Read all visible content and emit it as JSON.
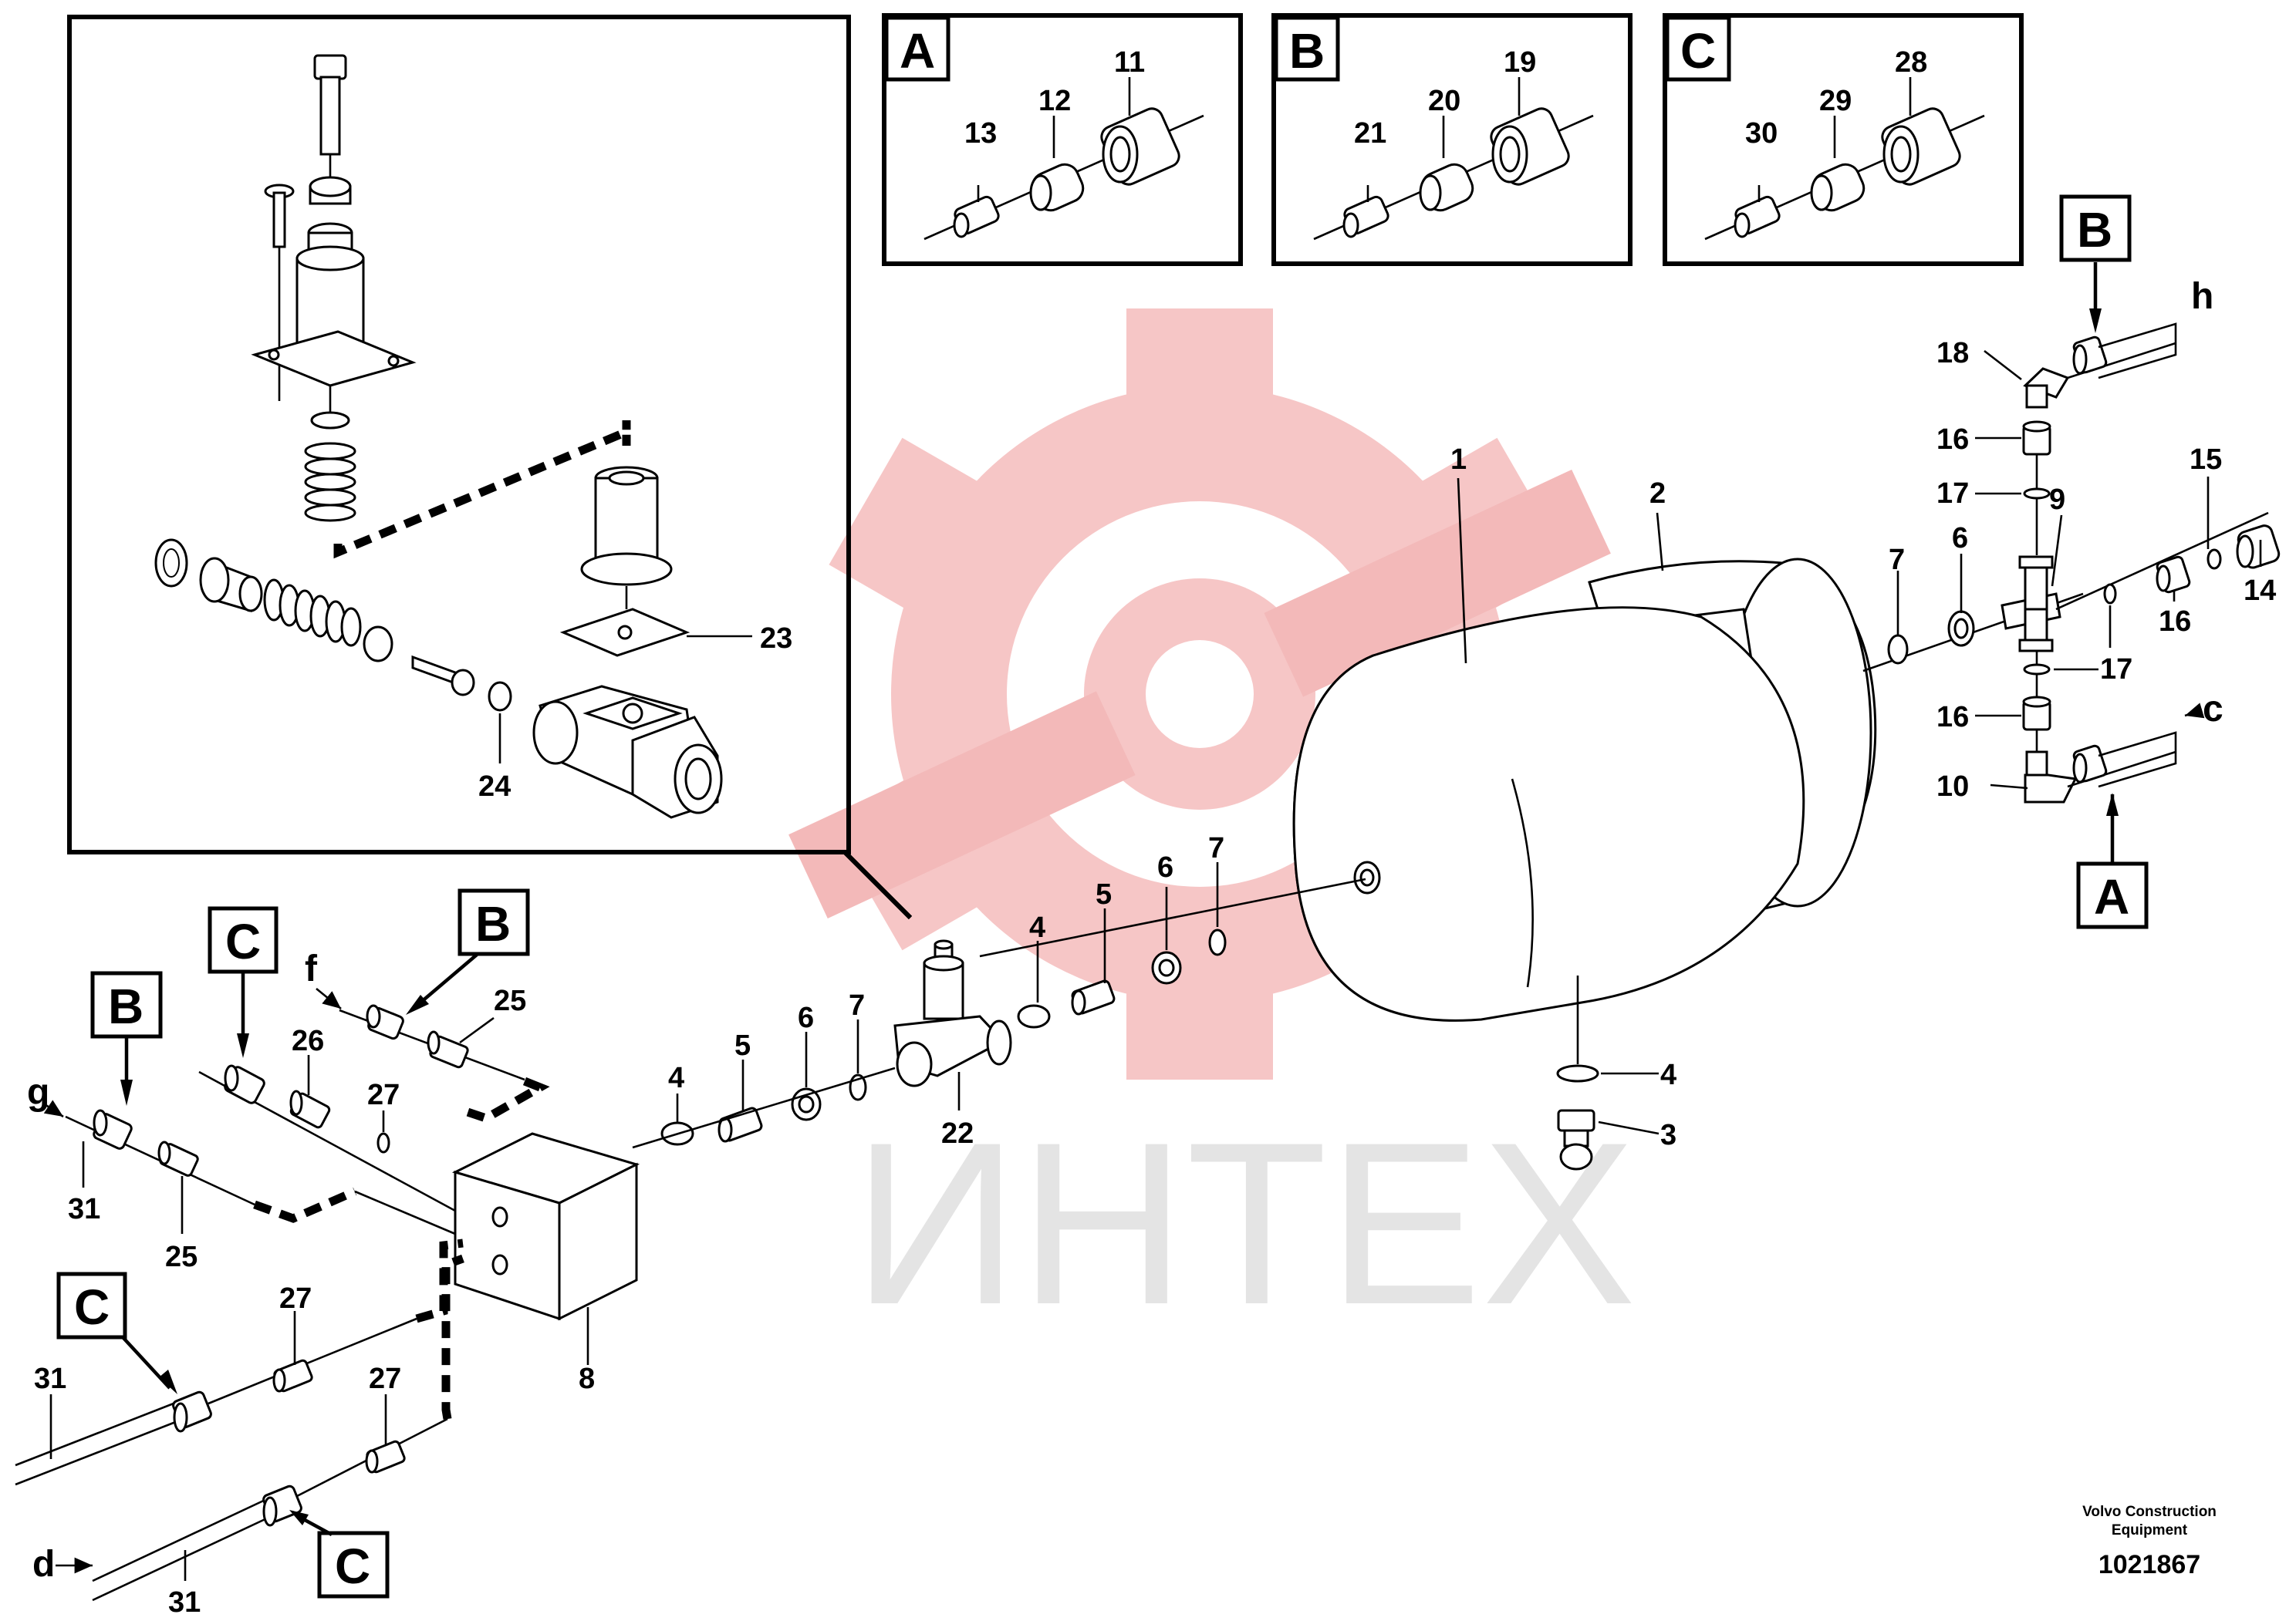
{
  "diagram": {
    "callouts": {
      "box_a": {
        "letter": "A",
        "items": [
          "13",
          "12",
          "11"
        ]
      },
      "box_b": {
        "letter": "B",
        "items": [
          "21",
          "20",
          "19"
        ]
      },
      "box_c": {
        "letter": "C",
        "items": [
          "30",
          "29",
          "28"
        ]
      }
    },
    "inset_labels": {
      "p23": "23",
      "p24": "24"
    },
    "tank_labels": {
      "p1": "1",
      "p2": "2",
      "p4": "4",
      "p3": "3"
    },
    "right_labels": {
      "p18": "18",
      "p16a": "16",
      "p17a": "17",
      "p9": "9",
      "p15": "15",
      "p14": "14",
      "p7": "7",
      "p6": "6",
      "p16b": "16",
      "p17b": "17",
      "p16c": "16",
      "p10": "10"
    },
    "center_labels": {
      "p4a": "4",
      "p5a": "5",
      "p6a": "6",
      "p7a": "7",
      "p4b": "4",
      "p5b": "5",
      "p6b": "6",
      "p7b": "7",
      "p22": "22"
    },
    "left_labels": {
      "p25a": "25",
      "p26": "26",
      "p27a": "27",
      "p31a": "31",
      "p25b": "25",
      "p8": "8",
      "p27b": "27",
      "p27c": "27",
      "p31b": "31",
      "p31c": "31"
    },
    "letter_boxes": {
      "b_top": "B",
      "a_right": "A",
      "c_top": "C",
      "b_mid": "B",
      "b_left": "B",
      "c_left": "C",
      "c_bottom": "C"
    },
    "line_letters": {
      "h": "h",
      "c": "c",
      "f": "f",
      "g": "g",
      "d": "d"
    },
    "watermark": "ИНТЕХ",
    "footer": {
      "line1": "Volvo Construction",
      "line2": "Equipment",
      "code": "1021867"
    },
    "colors": {
      "watermark_gear": "#f6c6c6",
      "watermark_text": "#e4e4e4",
      "ink": "#000000"
    }
  }
}
